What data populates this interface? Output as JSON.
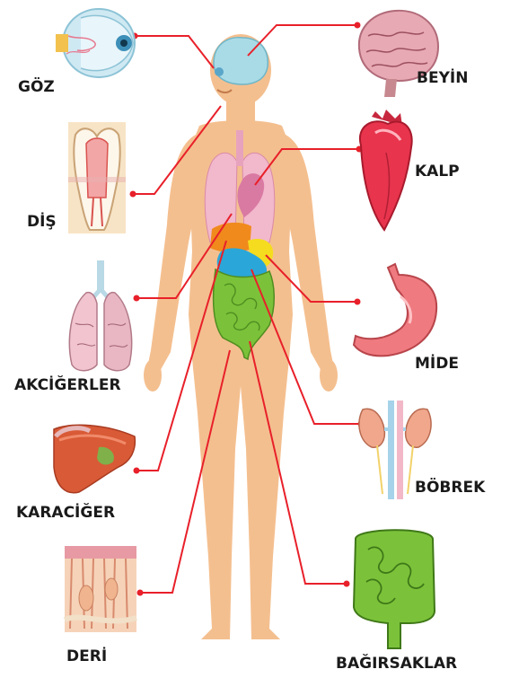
{
  "labels": {
    "goz": "GÖZ",
    "dis": "DİŞ",
    "akcigerler": "AKCİĞERLER",
    "karaciger": "KARACİĞER",
    "deri": "DERİ",
    "beyin": "BEYİN",
    "kalp": "KALP",
    "mide": "MİDE",
    "bobrek": "BÖBREK",
    "bagirsaklar": "BAĞIRSAKLAR"
  },
  "colors": {
    "background": "#ffffff",
    "skin": "#f4bf8f",
    "connector": "#e8202a",
    "brain": "#a9dbe6",
    "lung": "#f2b8cc",
    "liver": "#f08a1c",
    "stomach": "#f5dc1e",
    "kidney": "#2aa7d8",
    "intestine": "#7bc23a",
    "heart": "#e8344d",
    "label_text": "#1a1a1a"
  }
}
